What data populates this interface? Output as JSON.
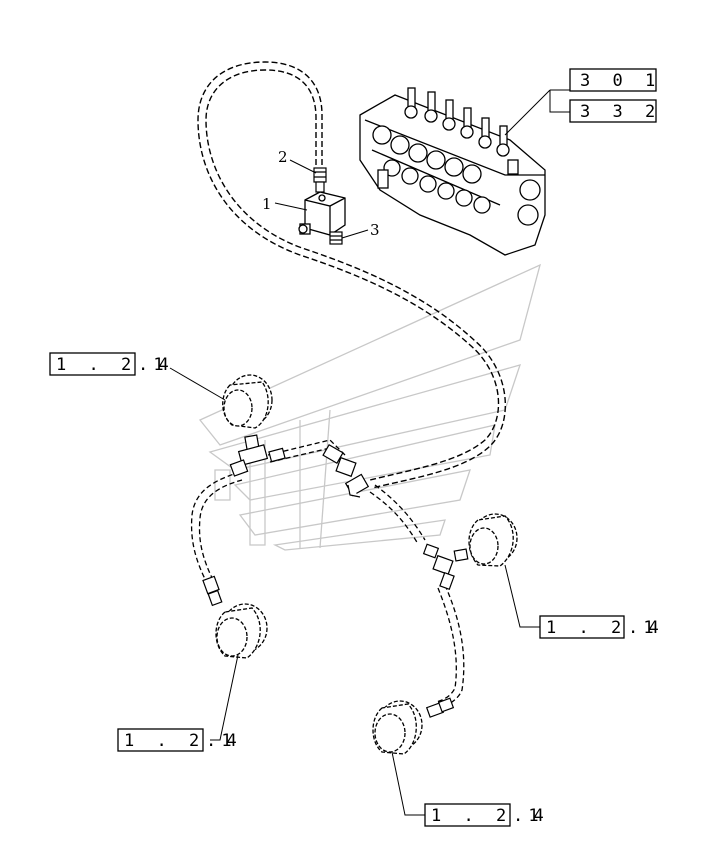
{
  "callouts": {
    "part_1": "1",
    "part_2": "2",
    "part_3": "3"
  },
  "references": {
    "valve_ref_a": "3 0 1",
    "valve_ref_b": "3 3 2",
    "motor_upper_left": {
      "box": "1 . 2 1",
      "suffix": ". 4"
    },
    "motor_right": {
      "box": "1 . 2 1",
      "suffix": ". 4"
    },
    "motor_lower_left": {
      "box": "1 . 2 1",
      "suffix": ". 4"
    },
    "motor_bottom": {
      "box": "1 . 2 1",
      "suffix": ". 4"
    }
  },
  "colors": {
    "line": "#000000",
    "watermark": "#c8c8c8",
    "background": "#ffffff"
  }
}
